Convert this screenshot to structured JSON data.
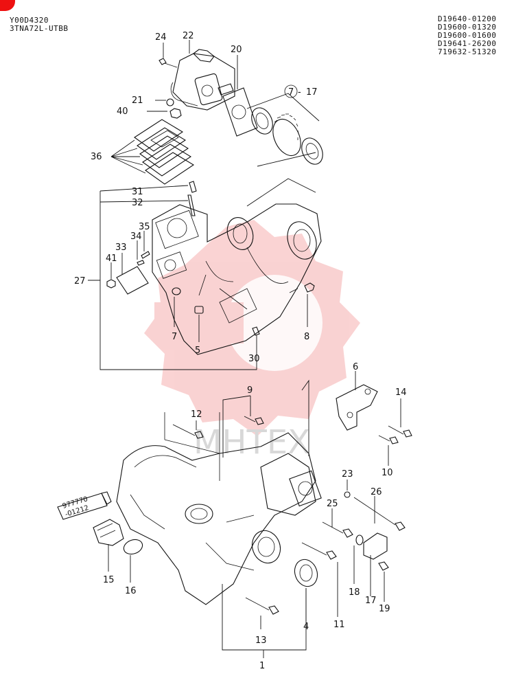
{
  "header": {
    "left_lines": [
      "Y00D4320",
      "3TNA72L-UTBB"
    ],
    "right_lines": [
      "D19640-01200",
      "D19600-01320",
      "D19600-01600",
      "D19641-26200",
      "719632-51320"
    ]
  },
  "watermark": {
    "text": "MHTEX",
    "color": "#e8a0a0"
  },
  "callouts": {
    "c24": "24",
    "c22": "22",
    "c20": "20",
    "c17": "17",
    "c7c": "7",
    "c21": "21",
    "c40": "40",
    "c36": "36",
    "c31": "31",
    "c32": "32",
    "c35": "35",
    "c34": "34",
    "c33": "33",
    "c41": "41",
    "c27": "27",
    "c7": "7",
    "c5": "5",
    "c30": "30",
    "c8": "8",
    "c6": "6",
    "c9": "9",
    "c14": "14",
    "c12": "12",
    "c10": "10",
    "c23": "23",
    "c26": "26",
    "c25": "25",
    "c15": "15",
    "c16": "16",
    "c13": "13",
    "c4": "4",
    "c11": "11",
    "c18": "18",
    "c17b": "17",
    "c19": "19",
    "c1": "1"
  },
  "sealant_tube": {
    "line1": "977770",
    "line2": "-01212"
  }
}
